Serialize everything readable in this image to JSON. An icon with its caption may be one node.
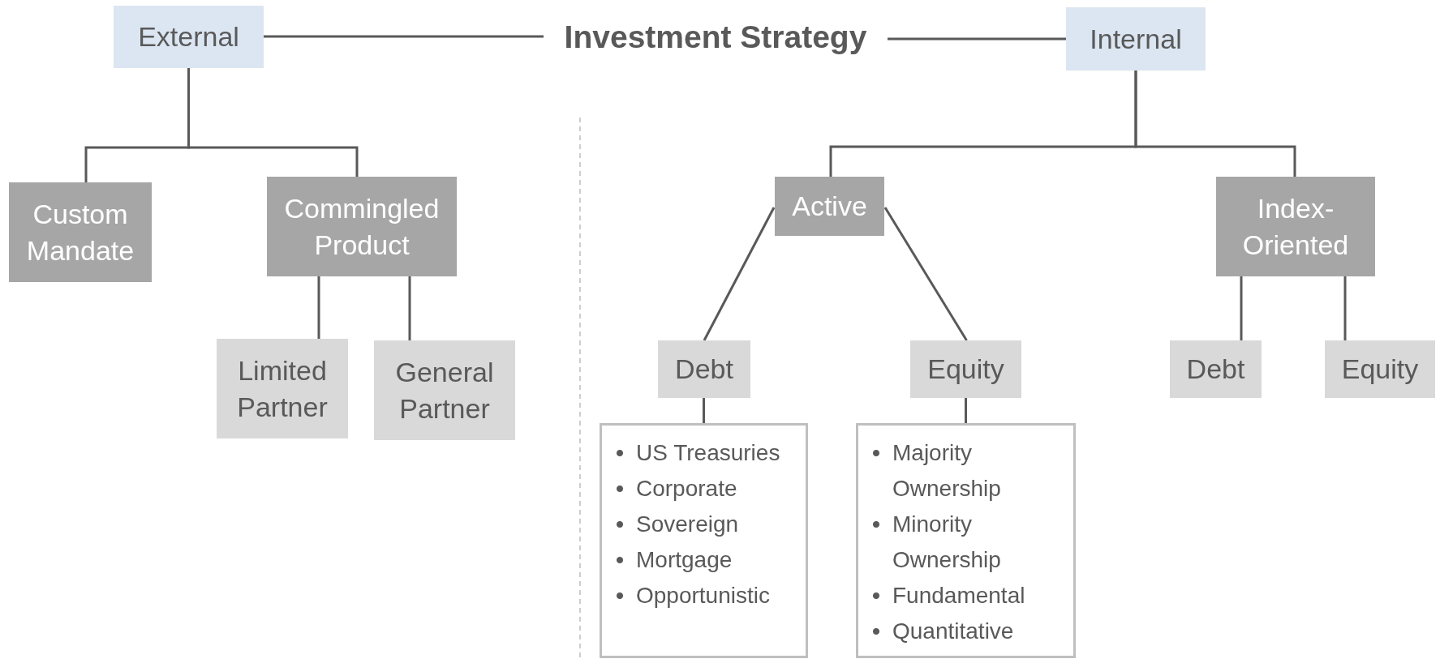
{
  "diagram": {
    "nodes": [
      {
        "text": [
          "Investment Strategy"
        ]
      },
      {
        "text": [
          "External"
        ]
      },
      {
        "text": [
          "Internal"
        ]
      },
      {
        "text": [
          "Custom Mandate"
        ]
      },
      {
        "text": [
          "Commingled Product"
        ]
      },
      {
        "text": [
          "Limited Partner"
        ]
      },
      {
        "text": [
          "General Partner"
        ]
      },
      {
        "text": [
          "Active"
        ]
      },
      {
        "text": [
          "Index-Oriented"
        ]
      },
      {
        "text": [
          "Debt"
        ]
      },
      {
        "text": [
          "Equity"
        ]
      },
      {
        "text": [
          "US Treasuries",
          "Corporate",
          "Sovereign",
          "Mortgage",
          "Opportunistic"
        ]
      },
      {
        "text": [
          "Majority Ownership",
          "Minority Ownership",
          "Fundamental",
          "Quantitative"
        ]
      },
      {
        "text": [
          "Debt"
        ]
      },
      {
        "text": [
          "Equity"
        ]
      }
    ],
    "edges": [
      {
        "from": 0,
        "to": 1,
        "arrow": "other"
      },
      {
        "from": 0,
        "to": 2,
        "arrow": "other"
      },
      {
        "from": 1,
        "to": 3,
        "arrow": "none"
      },
      {
        "from": 1,
        "to": 4,
        "arrow": "none"
      },
      {
        "from": 4,
        "to": 5,
        "arrow": "none"
      },
      {
        "from": 4,
        "to": 6,
        "arrow": "none"
      },
      {
        "from": 2,
        "to": 7,
        "arrow": "none"
      },
      {
        "from": 2,
        "to": 8,
        "arrow": "none"
      },
      {
        "from": 7,
        "to": 9,
        "arrow": "none"
      },
      {
        "from": 7,
        "to": 10,
        "arrow": "none"
      },
      {
        "from": 9,
        "to": 11,
        "arrow": "none"
      },
      {
        "from": 10,
        "to": 12,
        "arrow": "none"
      },
      {
        "from": 8,
        "to": 13,
        "arrow": "none"
      },
      {
        "from": 8,
        "to": 14,
        "arrow": "none"
      }
    ]
  }
}
